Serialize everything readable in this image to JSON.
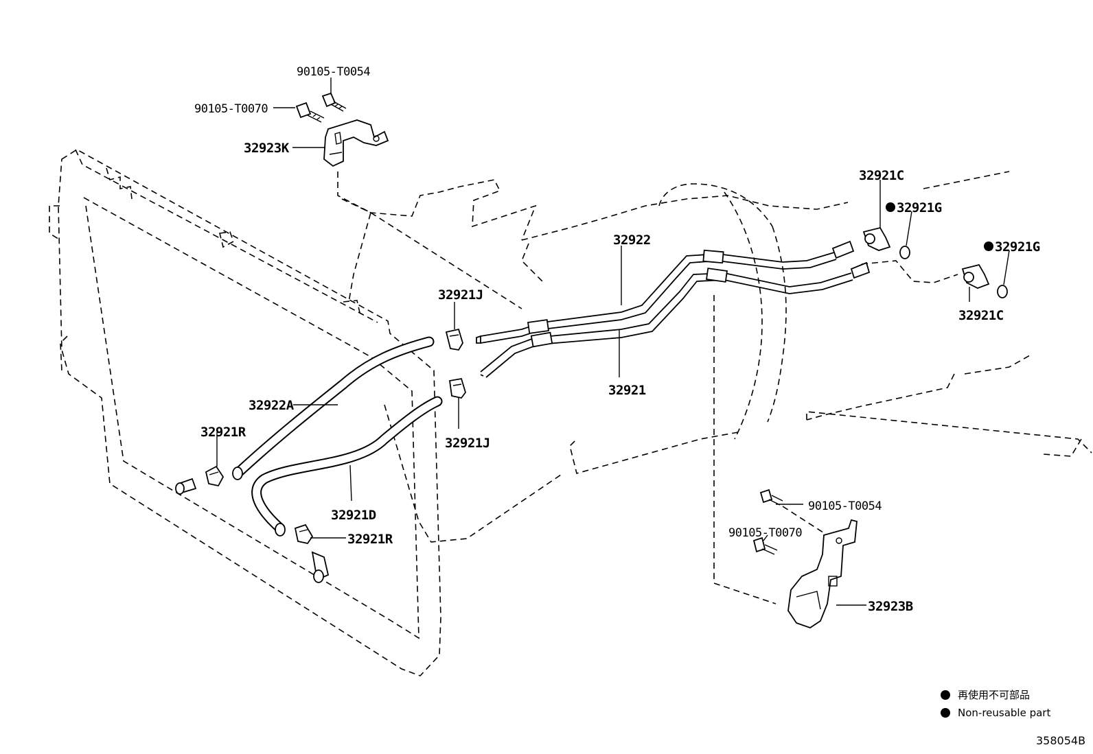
{
  "labels": {
    "bolt_top_a": "90105-T0054",
    "bolt_top_b": "90105-T0070",
    "bracket_top": "32923K",
    "union_upper": "32921C",
    "gasket_upper": "32921G",
    "gasket_lower": "32921G",
    "union_lower": "32921C",
    "tube_upper": "32922",
    "tube_lower": "32921",
    "clamp_j_upper": "32921J",
    "clamp_j_lower": "32921J",
    "hose_upper": "32922A",
    "clamp_r_upper": "32921R",
    "hose_lower": "32921D",
    "clamp_r_lower": "32921R",
    "bolt_bottom_a": "90105-T0054",
    "bolt_bottom_b": "90105-T0070",
    "bracket_bottom": "32923B"
  },
  "legend": {
    "line_jp": "再使用不可部品",
    "line_en": "Non-reusable part"
  },
  "diagram_code": "358054B"
}
